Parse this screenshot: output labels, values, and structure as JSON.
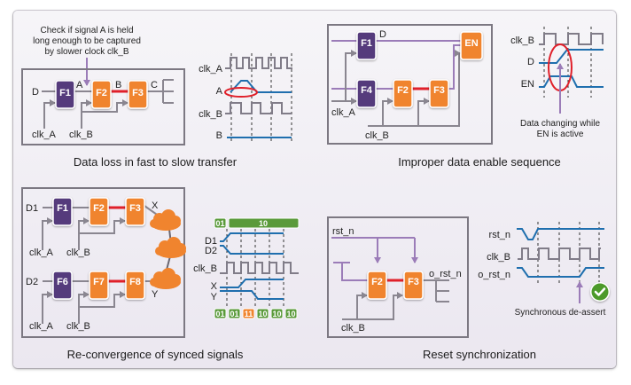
{
  "colors": {
    "purple_ff": "#553b7c",
    "orange_ff": "#f0842e",
    "wire_gray": "#8a8690",
    "wire_purple": "#9b7cb8",
    "wire_red": "#e0202a",
    "signal_blue": "#1f6fae",
    "clock_gray": "#807c88",
    "badge_green": "#5a9a3a",
    "badge_orange": "#f0842e",
    "check_green": "#4c9a2a"
  },
  "panels": {
    "fast_to_slow": {
      "caption": "Data loss in fast to slow transfer",
      "annotation": [
        "Check if signal A is held",
        "long enough to be captured",
        "by slower clock clk_B"
      ],
      "flops": [
        "F1",
        "F2",
        "F3"
      ],
      "wire_labels": {
        "d": "D",
        "a": "A",
        "b": "B",
        "c": "C"
      },
      "clock_labels": {
        "clk_a": "clk_A",
        "clk_b": "clk_B"
      },
      "waveform_labels": [
        "clk_A",
        "A",
        "clk_B",
        "B"
      ]
    },
    "data_enable": {
      "caption": "Improper data enable sequence",
      "flops": [
        "F1",
        "F4",
        "F2",
        "F3",
        "EN"
      ],
      "wire_labels": {
        "d": "D"
      },
      "clock_labels": {
        "clk_a": "clk_A",
        "clk_b": "clk_B"
      },
      "waveform_labels": [
        "clk_B",
        "D",
        "EN"
      ],
      "annotation": [
        "Data changing while",
        "EN is active"
      ]
    },
    "reconvergence": {
      "caption": "Re-convergence of synced signals",
      "flops_top": [
        "F1",
        "F2",
        "F3"
      ],
      "flops_bottom": [
        "F6",
        "F7",
        "F8"
      ],
      "input_labels": {
        "d1": "D1",
        "d2": "D2"
      },
      "output_labels": {
        "x": "X",
        "y": "Y"
      },
      "clock_labels": {
        "clk_a": "clk_A",
        "clk_b": "clk_B"
      },
      "waveform_labels": [
        "D1",
        "D2",
        "clk_B",
        "X",
        "Y"
      ],
      "top_badges": [
        "01",
        "10"
      ],
      "bottom_badges": [
        {
          "value": "01",
          "status": "ok"
        },
        {
          "value": "01",
          "status": "ok"
        },
        {
          "value": "11",
          "status": "glitch"
        },
        {
          "value": "10",
          "status": "ok"
        },
        {
          "value": "10",
          "status": "ok"
        },
        {
          "value": "10",
          "status": "ok"
        }
      ]
    },
    "reset_sync": {
      "caption": "Reset synchronization",
      "flops": [
        "F2",
        "F3"
      ],
      "input_label": "rst_n",
      "output_label": "o_rst_n",
      "clock_label": "clk_B",
      "waveform_labels": [
        "rst_n",
        "clk_B",
        "o_rst_n"
      ],
      "annotation": "Synchronous de-assert",
      "status_icon": "check-circle-icon"
    }
  }
}
